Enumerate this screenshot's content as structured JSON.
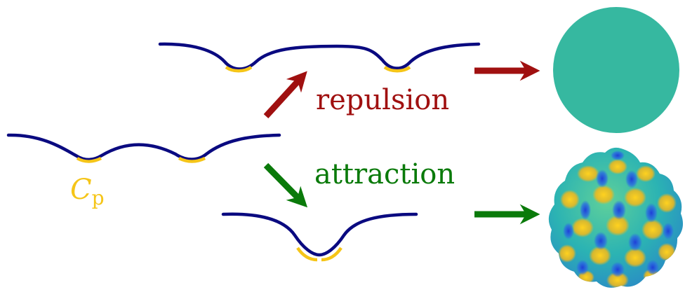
{
  "labels": {
    "repulsion": "repulsion",
    "attraction": "attraction",
    "cp_main": "C",
    "cp_sub": "p"
  },
  "colors": {
    "membrane": "#0a0a80",
    "cap": "#f5c518",
    "repulsion": "#a01010",
    "attraction": "#0a7a0a",
    "sphere": "#36b8a0",
    "background": "#ffffff"
  },
  "icons": {
    "repulsion_arrow": "diagonal-up-arrow-icon",
    "attraction_arrow": "diagonal-down-arrow-icon",
    "result_arrow": "right-arrow-icon"
  },
  "outcomes": {
    "repulsion": "smooth-sphere",
    "attraction": "budded-sphere"
  }
}
